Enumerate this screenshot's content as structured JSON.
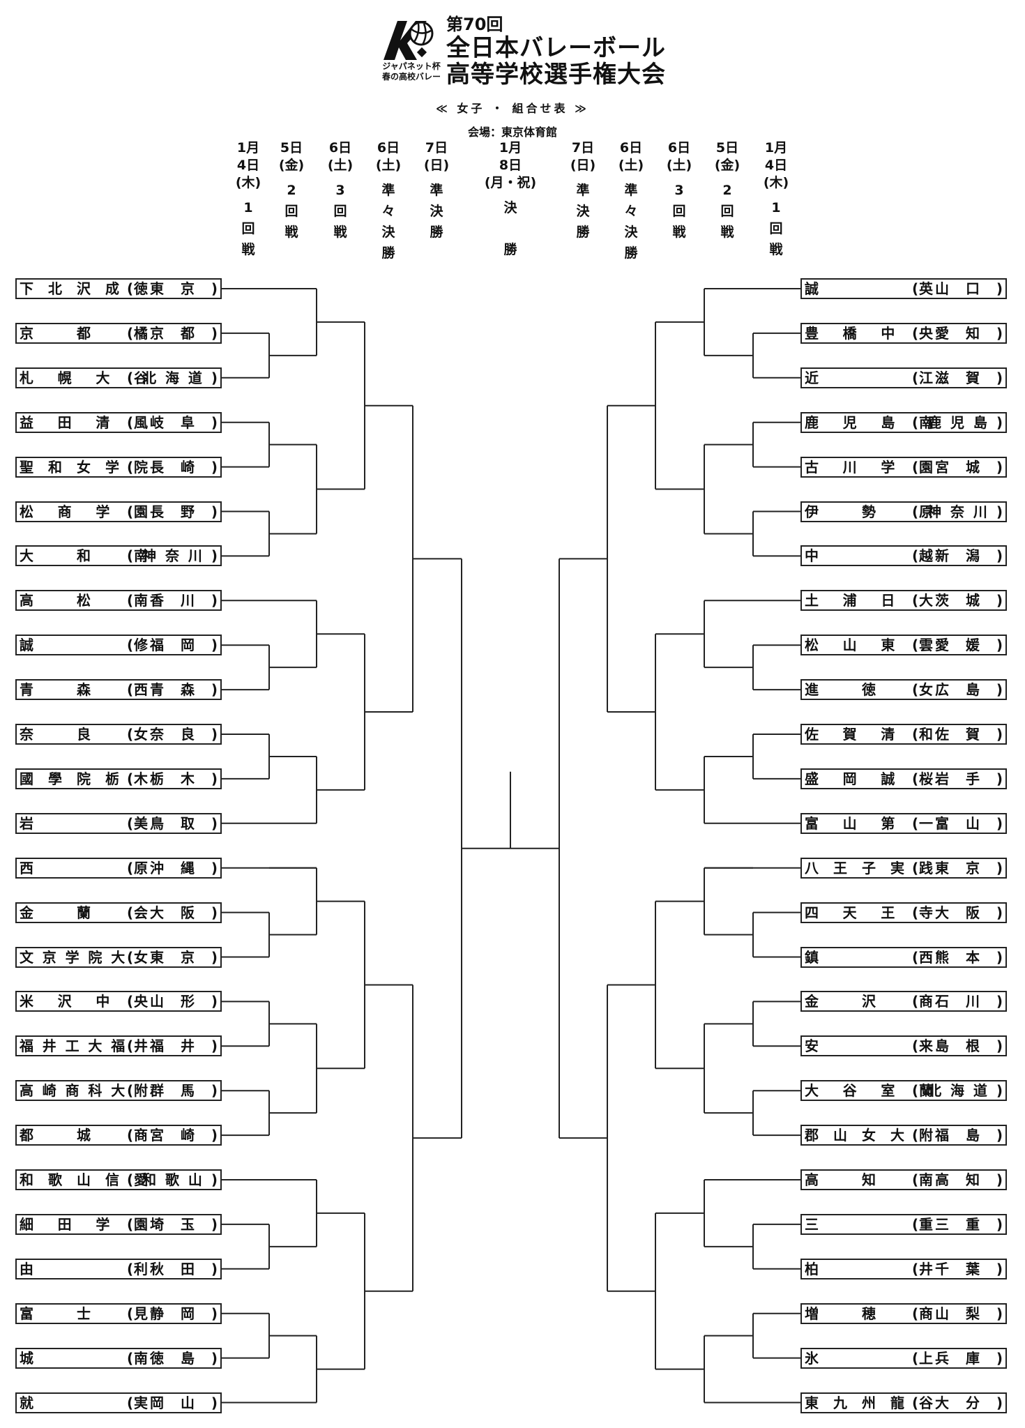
{
  "header": {
    "edition": "第70回",
    "title_line1": "全日本バレーボール",
    "title_line2": "高等学校選手権大会",
    "logo_line1": "ジャパネット杯",
    "logo_line2": "春の高校バレー",
    "logo_icon": "volleyball-logo-icon"
  },
  "subheader": {
    "title": "≪ 女子 ・ 組合せ表 ≫",
    "venue": "会場：東京体育館"
  },
  "schedule": {
    "left": [
      {
        "date": "1月\n4日\n(木)",
        "round": "1\n回\n戦"
      },
      {
        "date": "5日\n(金)",
        "round": "2\n回\n戦"
      },
      {
        "date": "6日\n(土)",
        "round": "3\n回\n戦"
      },
      {
        "date": "6日\n(土)",
        "round": "準\n々\n決\n勝"
      },
      {
        "date": "7日\n(日)",
        "round": "準\n決\n勝"
      }
    ],
    "final": {
      "date": "1月\n8日\n(月・祝)",
      "round": "決\n\n勝"
    },
    "right": [
      {
        "date": "7日\n(日)",
        "round": "準\n決\n勝"
      },
      {
        "date": "6日\n(土)",
        "round": "準\n々\n決\n勝"
      },
      {
        "date": "6日\n(土)",
        "round": "3\n回\n戦"
      },
      {
        "date": "5日\n(金)",
        "round": "2\n回\n戦"
      },
      {
        "date": "1月\n4日\n(木)",
        "round": "1\n回\n戦"
      }
    ]
  },
  "left_teams": [
    {
      "school": "下北沢成徳",
      "pref": "東京"
    },
    {
      "school": "京都橘",
      "pref": "京都"
    },
    {
      "school": "札幌大谷",
      "pref": "北海道"
    },
    {
      "school": "益田清風",
      "pref": "岐阜"
    },
    {
      "school": "聖和女学院",
      "pref": "長崎"
    },
    {
      "school": "松商学園",
      "pref": "長野"
    },
    {
      "school": "大和南",
      "pref": "神奈川"
    },
    {
      "school": "高松南",
      "pref": "香川"
    },
    {
      "school": "誠修",
      "pref": "福岡"
    },
    {
      "school": "青森西",
      "pref": "青森"
    },
    {
      "school": "奈良女",
      "pref": "奈良"
    },
    {
      "school": "國學院栃木",
      "pref": "栃木"
    },
    {
      "school": "岩美",
      "pref": "鳥取"
    },
    {
      "school": "西原",
      "pref": "沖縄"
    },
    {
      "school": "金蘭会",
      "pref": "大阪"
    },
    {
      "school": "文京学院大女",
      "pref": "東京"
    },
    {
      "school": "米沢中央",
      "pref": "山形"
    },
    {
      "school": "福井工大福井",
      "pref": "福井"
    },
    {
      "school": "高崎商科大附",
      "pref": "群馬"
    },
    {
      "school": "都城商",
      "pref": "宮崎"
    },
    {
      "school": "和歌山信愛",
      "pref": "和歌山"
    },
    {
      "school": "細田学園",
      "pref": "埼玉"
    },
    {
      "school": "由利",
      "pref": "秋田"
    },
    {
      "school": "富士見",
      "pref": "静岡"
    },
    {
      "school": "城南",
      "pref": "徳島"
    },
    {
      "school": "就実",
      "pref": "岡山"
    }
  ],
  "right_teams": [
    {
      "school": "誠英",
      "pref": "山口"
    },
    {
      "school": "豊橋中央",
      "pref": "愛知"
    },
    {
      "school": "近江",
      "pref": "滋賀"
    },
    {
      "school": "鹿児島南",
      "pref": "鹿児島"
    },
    {
      "school": "古川学園",
      "pref": "宮城"
    },
    {
      "school": "伊勢原",
      "pref": "神奈川"
    },
    {
      "school": "中越",
      "pref": "新潟"
    },
    {
      "school": "土浦日大",
      "pref": "茨城"
    },
    {
      "school": "松山東雲",
      "pref": "愛媛"
    },
    {
      "school": "進徳女",
      "pref": "広島"
    },
    {
      "school": "佐賀清和",
      "pref": "佐賀"
    },
    {
      "school": "盛岡誠桜",
      "pref": "岩手"
    },
    {
      "school": "富山第一",
      "pref": "富山"
    },
    {
      "school": "八王子実践",
      "pref": "東京"
    },
    {
      "school": "四天王寺",
      "pref": "大阪"
    },
    {
      "school": "鎮西",
      "pref": "熊本"
    },
    {
      "school": "金沢商",
      "pref": "石川"
    },
    {
      "school": "安来",
      "pref": "島根"
    },
    {
      "school": "大谷室蘭",
      "pref": "北海道"
    },
    {
      "school": "郡山女大附",
      "pref": "福島"
    },
    {
      "school": "高知南",
      "pref": "高知"
    },
    {
      "school": "三重",
      "pref": "三重"
    },
    {
      "school": "柏井",
      "pref": "千葉"
    },
    {
      "school": "増穂商",
      "pref": "山梨"
    },
    {
      "school": "氷上",
      "pref": "兵庫"
    },
    {
      "school": "東九州龍谷",
      "pref": "大分"
    }
  ]
}
